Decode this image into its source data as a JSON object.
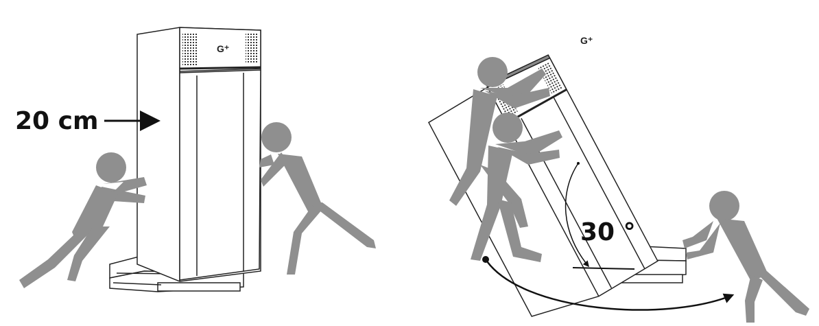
{
  "left_panel": {
    "measurement_label": "20 cm",
    "logo_text": "G⁺"
  },
  "right_panel": {
    "angle_label": "30 °",
    "logo_text": "G⁺"
  },
  "colors": {
    "figure_fill": "#8f8f8f",
    "appliance_fill": "#ffffff",
    "outline": "#222222",
    "arrow": "#111111"
  },
  "icons": [
    "person-pushing-icon",
    "refrigerator-icon",
    "pallet-icon",
    "arrow-icon"
  ]
}
